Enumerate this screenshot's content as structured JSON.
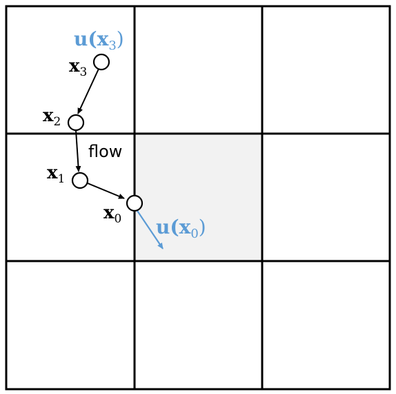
{
  "colors": {
    "grid_line": "#000000",
    "highlight_cell": "#f2f2f2",
    "trajectory": "#000000",
    "velocity": "#5b9bd5"
  },
  "points": [
    {
      "id": "x3",
      "base": "x",
      "sub": "3"
    },
    {
      "id": "x2",
      "base": "x",
      "sub": "2"
    },
    {
      "id": "x1",
      "base": "x",
      "sub": "1"
    },
    {
      "id": "x0",
      "base": "x",
      "sub": "0"
    }
  ],
  "velocity_labels": {
    "top": {
      "prefix": "u(",
      "var": "x",
      "sub": "3",
      "suffix": ")"
    },
    "bottom": {
      "prefix": "u(",
      "var": "x",
      "sub": "0",
      "suffix": ")"
    }
  },
  "flow_label": "flow"
}
